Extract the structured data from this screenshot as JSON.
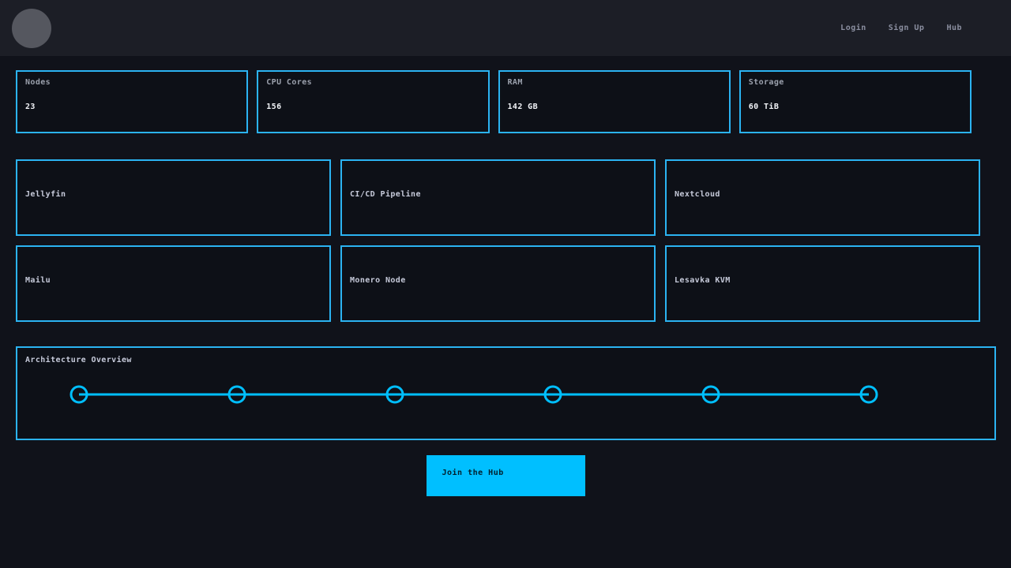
{
  "navbar": {
    "links": [
      {
        "label": "Login"
      },
      {
        "label": "Sign Up"
      },
      {
        "label": "Hub"
      }
    ]
  },
  "stats": [
    {
      "label": "Nodes",
      "value": "23"
    },
    {
      "label": "CPU Cores",
      "value": "156"
    },
    {
      "label": "RAM",
      "value": "142 GB"
    },
    {
      "label": "Storage",
      "value": "60 TiB"
    }
  ],
  "services": [
    {
      "title": "Jellyfin"
    },
    {
      "title": "CI/CD Pipeline"
    },
    {
      "title": "Nextcloud"
    },
    {
      "title": "Mailu"
    },
    {
      "title": "Monero Node"
    },
    {
      "title": "Lesavka KVM"
    }
  ],
  "architecture": {
    "title": "Architecture Overview",
    "node_count": 6
  },
  "cta": {
    "label": "Join the Hub"
  },
  "colors": {
    "page_bg": "#10121a",
    "navbar_bg": "#1c1e26",
    "card_bg": "#0d1017",
    "accent_border": "#2bb3f2",
    "accent_bright": "#00bfff",
    "avatar_gray": "#55575f"
  }
}
